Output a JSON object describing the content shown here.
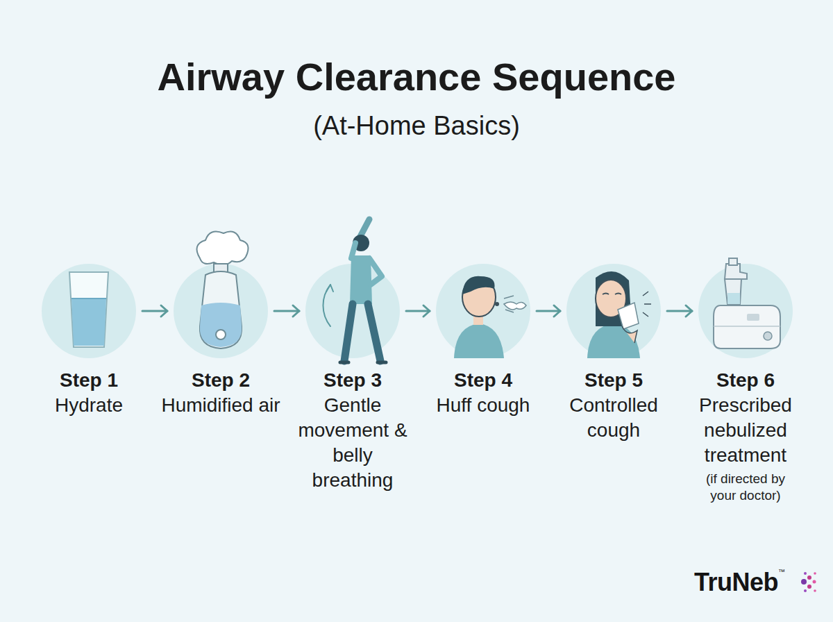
{
  "diagram": {
    "title": "Airway Clearance Sequence",
    "nodes": [
      {
        "text": [
          "Step 1",
          "Hydrate"
        ]
      },
      {
        "text": [
          "Step 2",
          "Humidified air"
        ]
      },
      {
        "text": [
          "Step 3",
          "Gentle movement & belly breathing"
        ]
      },
      {
        "text": [
          "Step 4",
          "Huff cough"
        ]
      },
      {
        "text": [
          "Step 5",
          "Controlled cough"
        ]
      },
      {
        "text": [
          "Step 6",
          "Prescribed nebulized treatment",
          "(if directed by your doctor)"
        ]
      }
    ],
    "edges": [
      {
        "from": 0,
        "to": 1,
        "arrow": "to"
      },
      {
        "from": 1,
        "to": 2,
        "arrow": "to"
      },
      {
        "from": 2,
        "to": 3,
        "arrow": "to"
      },
      {
        "from": 3,
        "to": 4,
        "arrow": "to"
      },
      {
        "from": 4,
        "to": 5,
        "arrow": "to"
      }
    ],
    "labels": [
      "(At-Home Basics)",
      "TruNeb",
      "™"
    ]
  }
}
